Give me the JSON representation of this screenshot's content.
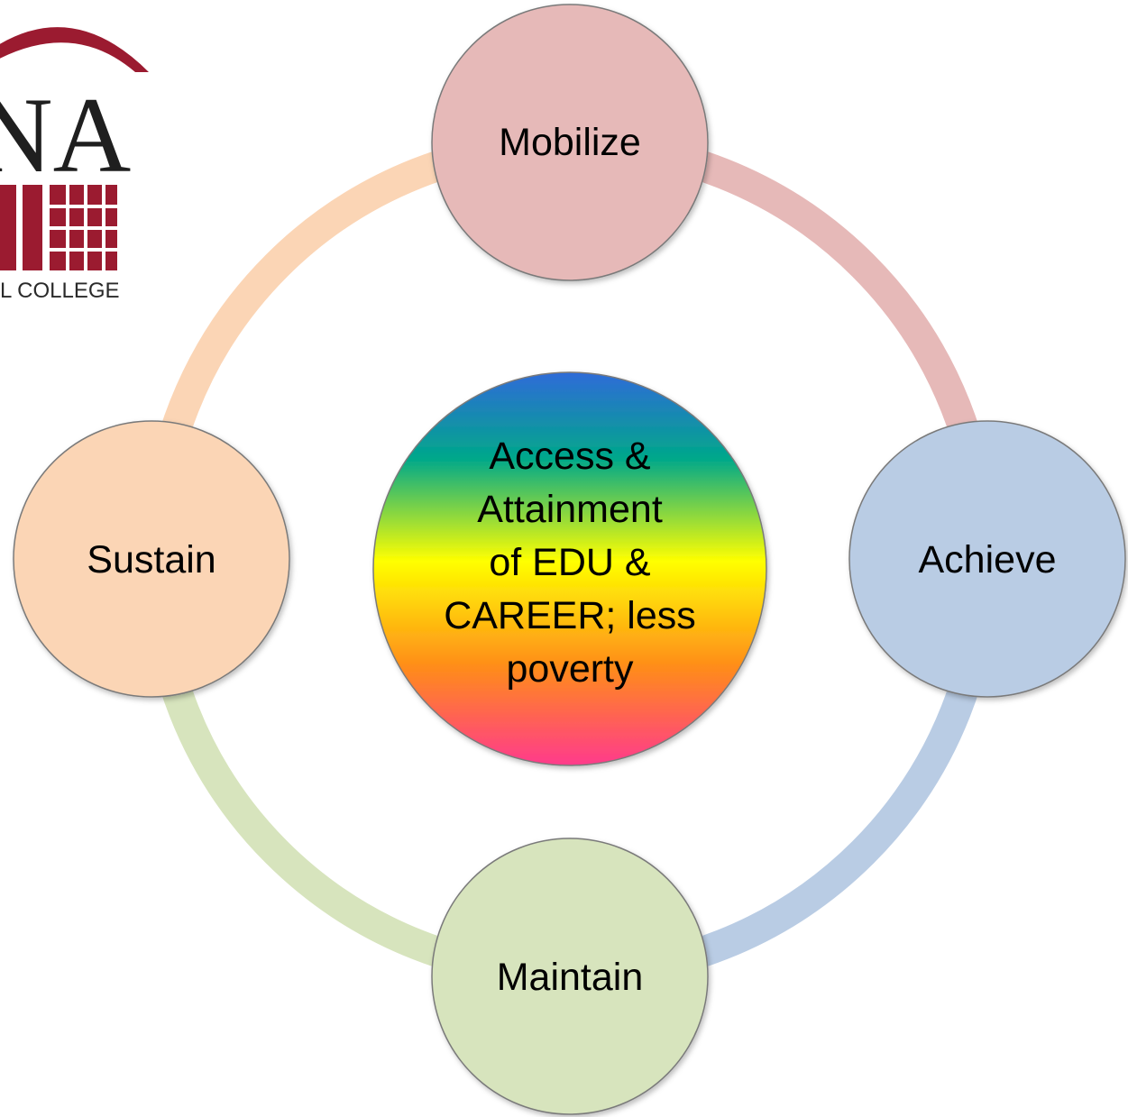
{
  "logo": {
    "visible_text": "L COLLEGE",
    "colors": {
      "maroon": "#9b1b30",
      "dark": "#1f1f1f"
    }
  },
  "cycle": {
    "nodes": [
      {
        "id": "mobilize",
        "label": "Mobilize",
        "fill": "#e6b9b8"
      },
      {
        "id": "achieve",
        "label": "Achieve",
        "fill": "#b9cce4"
      },
      {
        "id": "maintain",
        "label": "Maintain",
        "fill": "#d7e4bd"
      },
      {
        "id": "sustain",
        "label": "Sustain",
        "fill": "#fbd5b5"
      }
    ],
    "center": {
      "lines": [
        "Access &",
        "Attainment",
        "of EDU &",
        "CAREER; less",
        "poverty"
      ],
      "gradient_colors": [
        "#2f6bd8",
        "#00a88a",
        "#ffff00",
        "#ff8c1a",
        "#ff3a8c"
      ]
    }
  }
}
